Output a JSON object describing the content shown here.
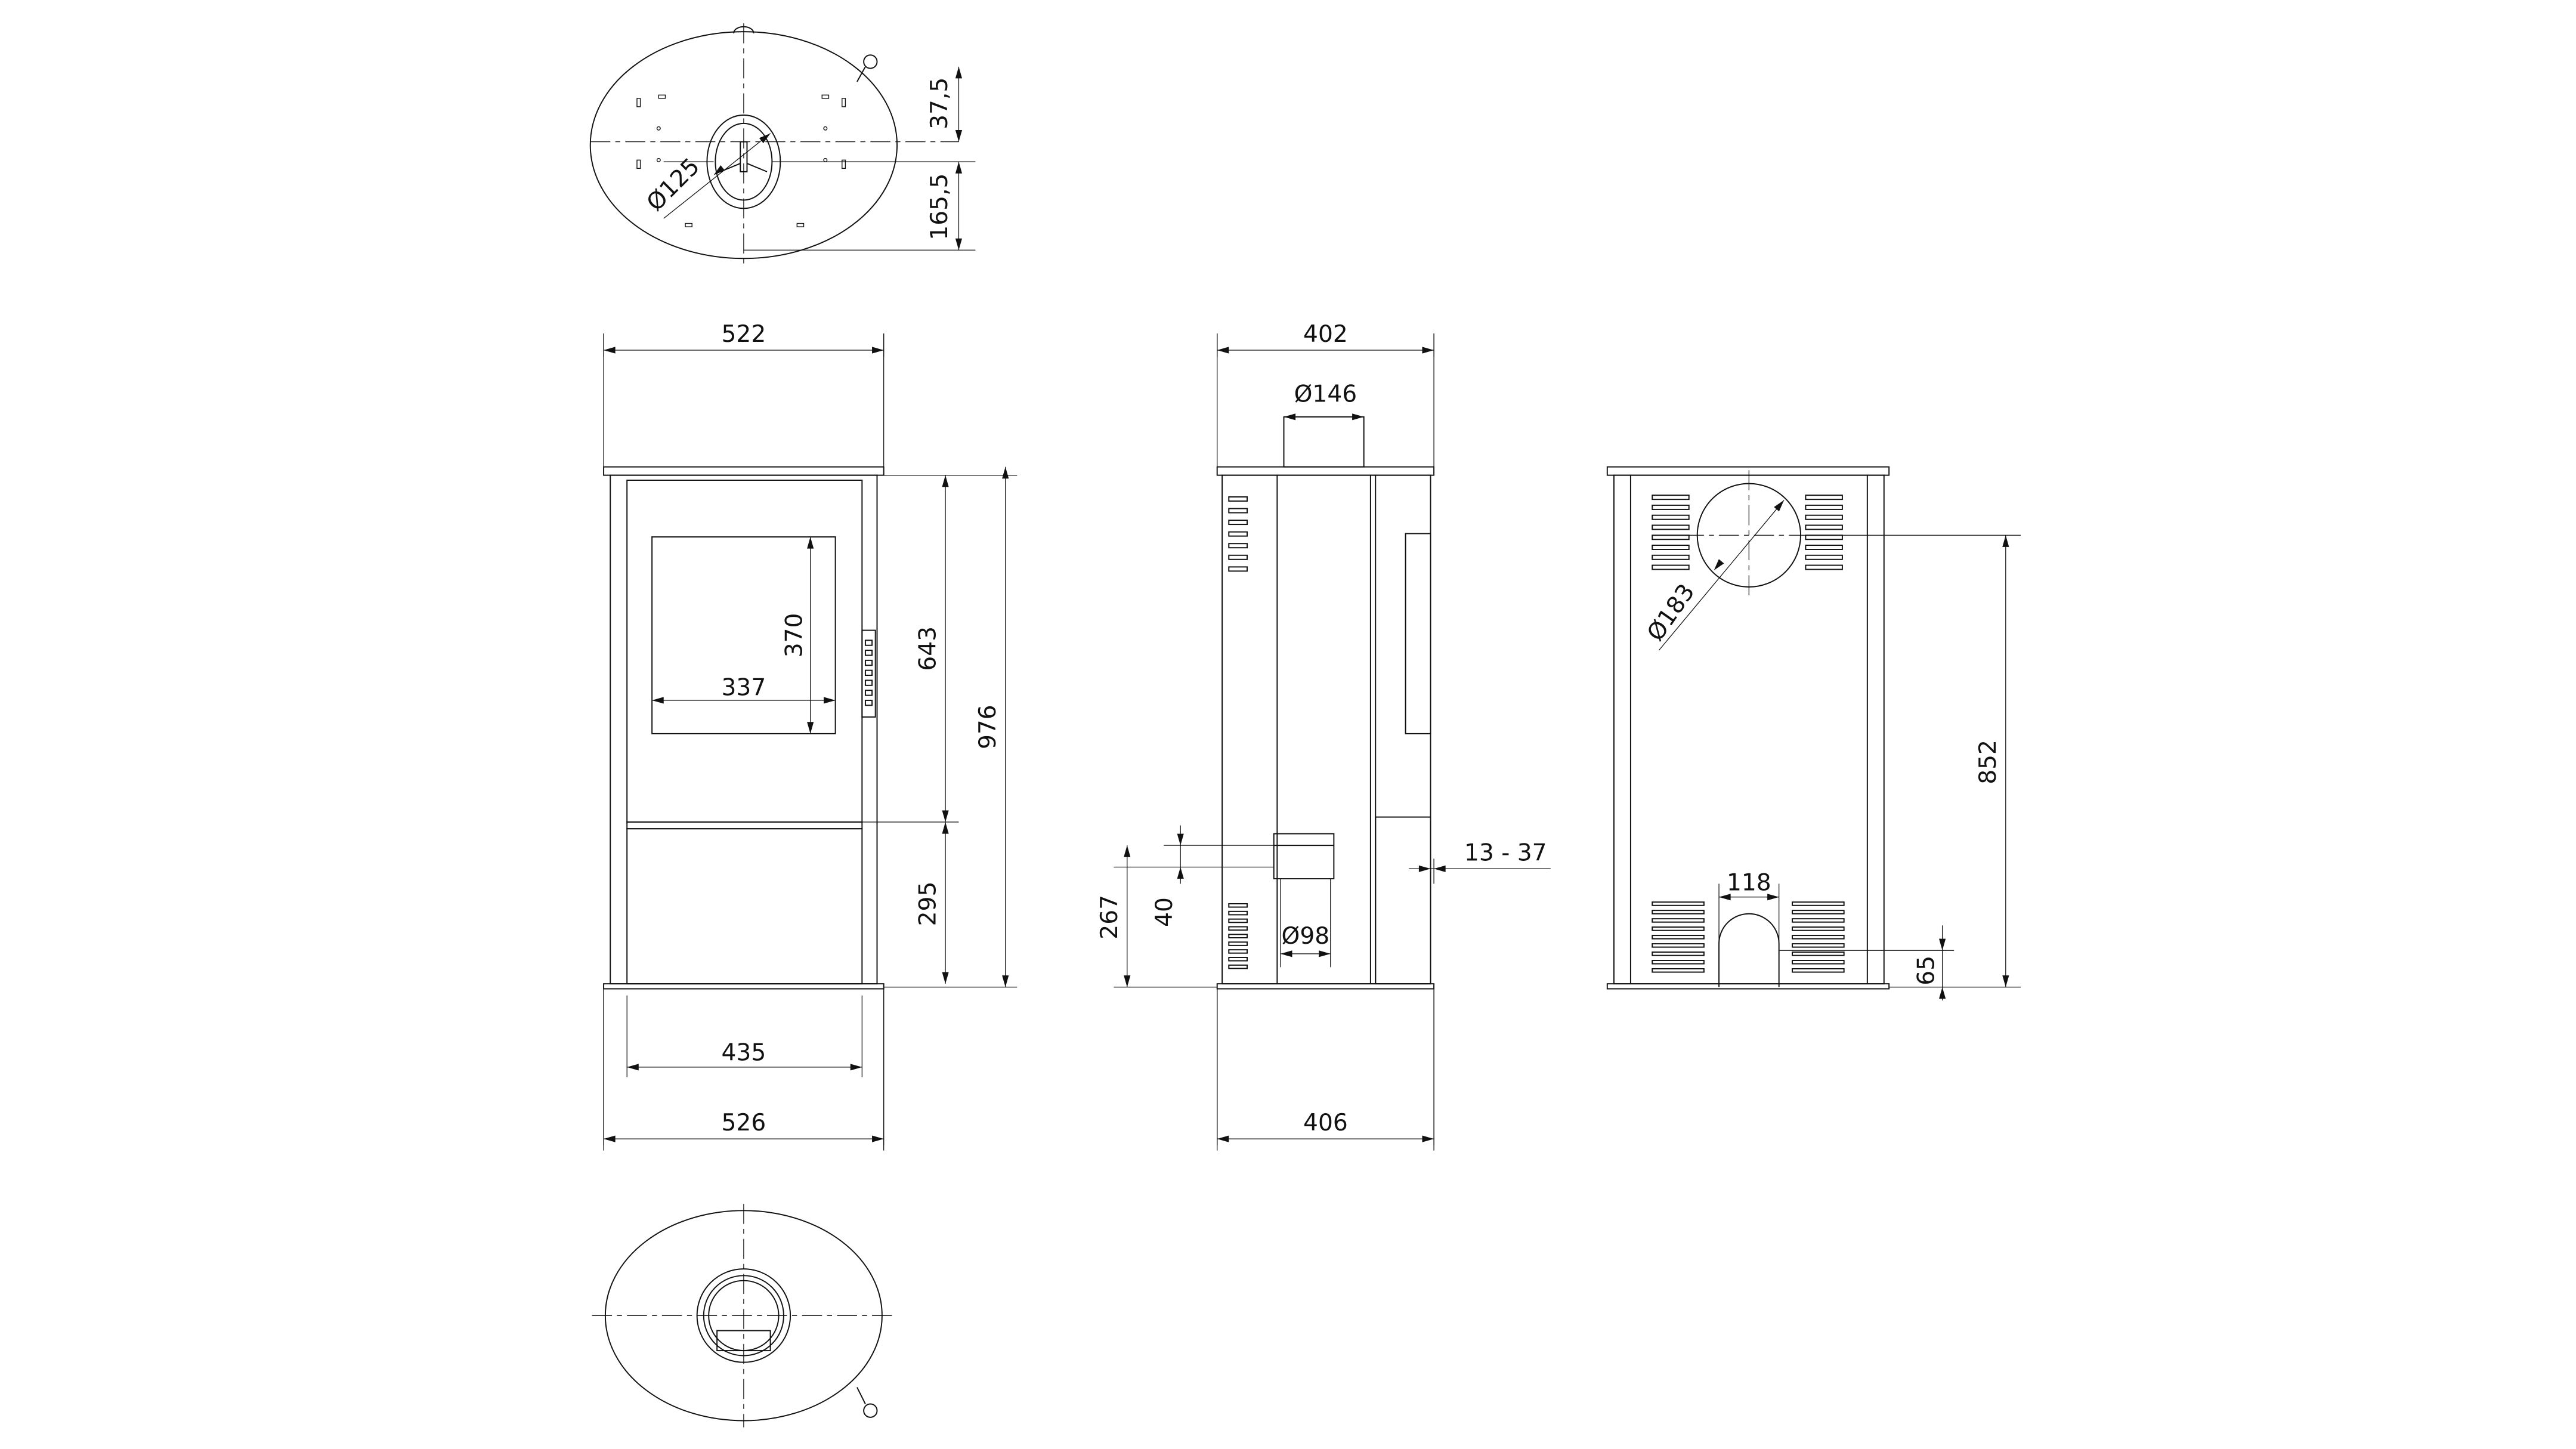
{
  "drawing": {
    "top_view": {
      "dim_37_5": "37,5",
      "dim_165_5": "165,5",
      "dim_d125": "Ø125"
    },
    "front_view": {
      "width_top": "522",
      "width_base": "526",
      "width_inner": "435",
      "glass_width": "337",
      "glass_height": "370",
      "height_upper": "643",
      "height_lower": "295",
      "height_total": "976"
    },
    "side_view": {
      "depth_top": "402",
      "depth_base": "406",
      "flue_d146": "Ø146",
      "rear_pipe_d98": "Ø98",
      "wall_gap": "13 - 37",
      "pipe_offset_40": "40",
      "pipe_height_267": "267"
    },
    "rear_view": {
      "flue_d183": "Ø183",
      "flue_height_852": "852",
      "opening_width_118": "118",
      "opening_height_65": "65"
    },
    "line_color": "#111111"
  }
}
